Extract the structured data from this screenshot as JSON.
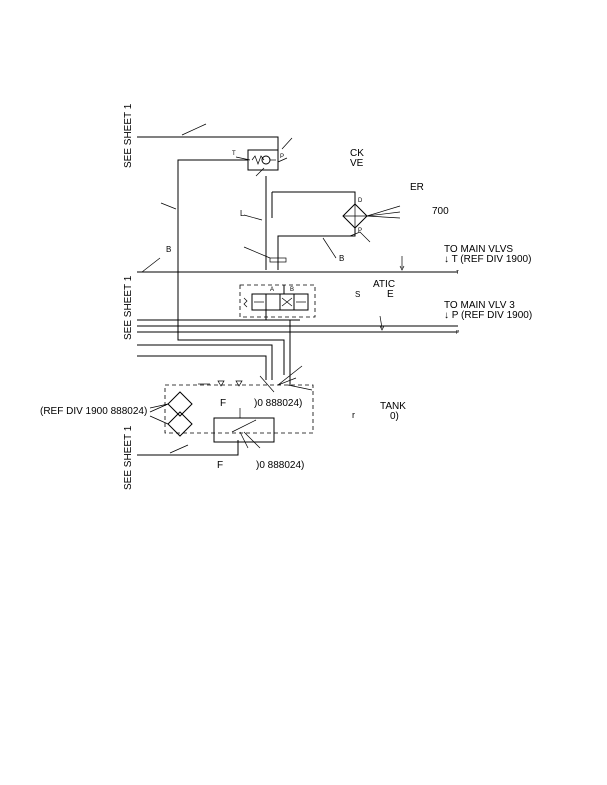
{
  "see_sheet_labels": [
    "SEE SHEET 1",
    "SEE SHEET 1",
    "SEE SHEET 1"
  ],
  "fragments": {
    "ck": "CK",
    "ve_top": "VE",
    "er": "ER",
    "num_700": "700",
    "atic": "ATIC",
    "e_mid": "E",
    "tank": "TANK",
    "r_tank": "r",
    "paren_0": "0)",
    "f1": "F",
    "f1_ref": ")0 888024)",
    "f2": "F",
    "f2_ref": ")0 888024)",
    "b_left": "B",
    "b_mid": "B",
    "s_mark": "S",
    "l_mark": "L"
  },
  "to_main_vlvs": {
    "line1": "TO MAIN VLVS",
    "line2": "↓ T (REF DIV 1900)"
  },
  "to_main_vlv3": {
    "line1": "TO MAIN VLV 3",
    "line2": "↓ P (REF DIV 1900)"
  },
  "ref_left": "(REF DIV 1900  888024)",
  "port_labels": {
    "p_check": "P",
    "t_check": "T",
    "d_filter": "D",
    "p_filter": "P",
    "t_line": "T",
    "p_line": "P",
    "a_valve": "A",
    "b_valve": "B"
  }
}
